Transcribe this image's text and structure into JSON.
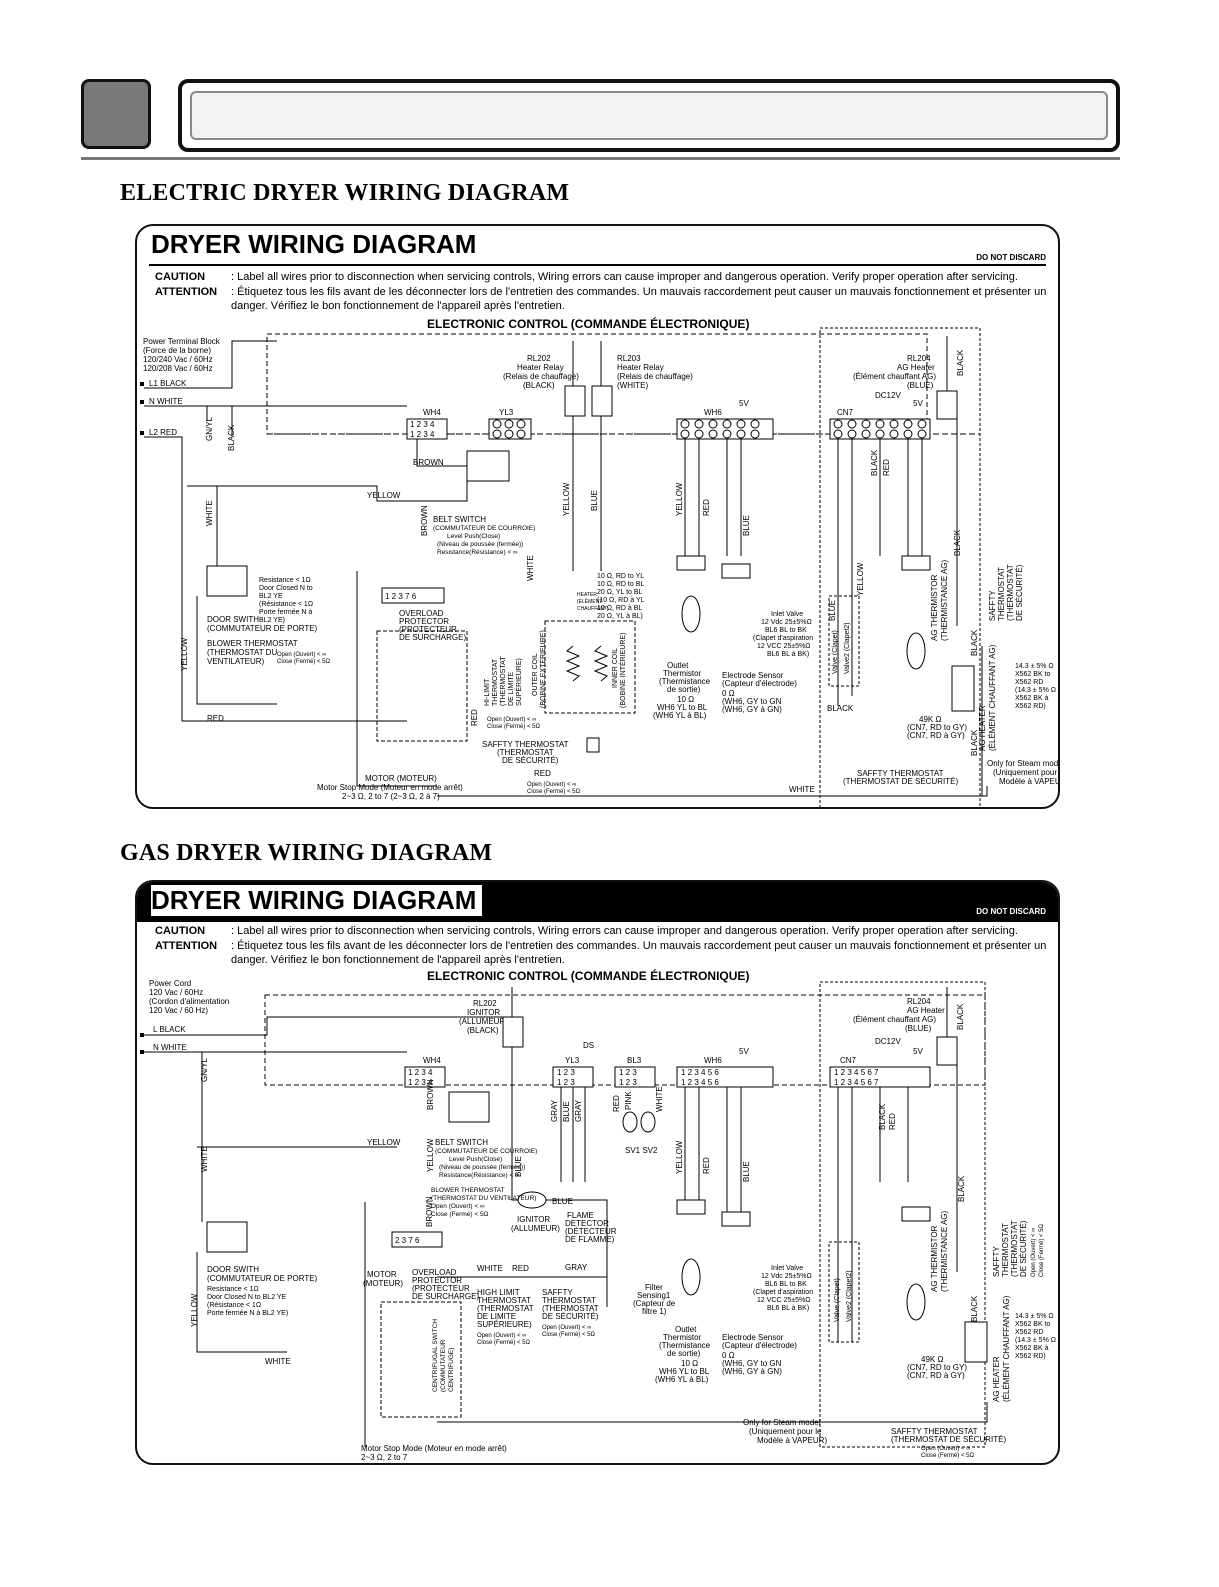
{
  "sections": {
    "electric_title": "ELECTRIC DRYER WIRING DIAGRAM",
    "gas_title": "GAS DRYER WIRING DIAGRAM"
  },
  "electric": {
    "panel_title": "DRYER WIRING DIAGRAM",
    "do_not_discard": "DO NOT DISCARD",
    "caution_key": "CAUTION",
    "caution_text": ":  Label all wires prior to disconnection when servicing controls, Wiring errors can cause improper and dangerous operation. Verify proper operation after servicing.",
    "attention_key": "ATTENTION",
    "attention_text": ":  Étiquetez tous les fils avant de les déconnecter lors de l'entretien des commandes. Un mauvais raccordement peut causer un mauvais fonctionnement et présenter un danger. Vérifiez le bon fonctionnement de l'appareil après l'entretien.",
    "control_title": "ELECTRONIC CONTROL (COMMANDE ÉLECTRONIQUE)",
    "power_block": [
      "Power Terminal Block",
      "(Force de la borne)",
      "120/240 Vac / 60Hz",
      "120/208 Vac / 60Hz"
    ],
    "l1": "L1 BLACK",
    "n": "N  WHITE",
    "l2": "L2 RED",
    "rl202": [
      "RL202",
      "Heater Relay",
      "(Relais de chauffage)",
      "(BLACK)"
    ],
    "rl203": [
      "RL203",
      "Heater Relay",
      "(Relais de chauffage)",
      "(WHITE)"
    ],
    "rl204": [
      "RL204",
      "AG Heater",
      "(Élément chauffant AG)",
      "(BLUE)"
    ],
    "wh4": "WH4",
    "yl3": "YL3",
    "wh6": "WH6",
    "cn7": "CN7",
    "v5": "5V",
    "dc12v": "DC12V",
    "belt_switch": [
      "BELT SWITCH",
      "(COMMUTATEUR DE COURROIE)",
      "Level Push(Close)",
      "(Niveau de poussée (fermée))",
      "Resistance(Résistance) < ∞"
    ],
    "door_switch": [
      "DOOR SWITH",
      "(COMMUTATEUR DE PORTE)"
    ],
    "door_resist": [
      "Resistance < 1Ω",
      "Door Closed N to",
      "BL2 YE",
      "(Résistance < 1Ω",
      "Porte fermée N à",
      "BL2 YE)"
    ],
    "blower_thermo": [
      "BLOWER THERMOSTAT",
      "(THERMOSTAT DU",
      "VENTILATEUR)"
    ],
    "blower_oc": [
      "Open (Ouvert) < ∞",
      "Close (Fermé) < 5Ω"
    ],
    "overload": [
      "OVERLOAD",
      "PROTECTOR",
      "(PROTECTEUR",
      "DE SURCHARGE)"
    ],
    "motor": [
      "MOTOR (MOTEUR)",
      "Motor Stop Mode (Moteur en mode arrêt)",
      "2~3 Ω, 2 to 7 (2~3 Ω, 2 à 7)"
    ],
    "hi_limit": [
      "HI-LIMIT",
      "THERMOSTAT",
      "(THERMOSTAT",
      "DE LIMITE",
      "SUPÉRIEURE)"
    ],
    "hi_oc": [
      "Open (Ouvert) < ∞",
      "Close (Fermé) < 5Ω"
    ],
    "safety_thermo": [
      "SAFFTY THERMOSTAT",
      "(THERMOSTAT",
      "DE SÉCURITÉ)"
    ],
    "safety_oc": [
      "Open (Ouvert) < ∞",
      "Close (Fermé) < 5Ω"
    ],
    "heater_res": [
      "10 Ω, RD to YL",
      "10 Ω, RD to BL",
      "20 Ω, YL to BL",
      "(10 Ω, RD à YL",
      "10 Ω, RD à BL",
      "20 Ω, YL à BL)"
    ],
    "heater_label": [
      "HEATER",
      "(ÉLÉMENT",
      "CHAUFFANT)"
    ],
    "outer_coil": [
      "OUTER COIL",
      "(BOBINE EXTÉRIEURE)"
    ],
    "inner_coil": [
      "INNER COIL",
      "(BOBINE INTÉRIEURE)"
    ],
    "outlet_thermistor": [
      "Outlet",
      "Thermistor",
      "(Thermistance",
      "de sortie)",
      "10 Ω",
      "WH6 YL to BL",
      "(WH6 YL à BL)"
    ],
    "electrode": [
      "Electrode Sensor",
      "(Capteur d'électrode)",
      "0 Ω",
      "(WH6, GY to GN",
      "(WH6, GY à GN)"
    ],
    "inlet_valve": [
      "Inlet Valve",
      "12 Vdc 25±5%Ω",
      "BL6 BL to BK",
      "(Clapet d'aspiration",
      "12 VCC 25±5%Ω",
      "BL6 BL à BK)"
    ],
    "ag_thermistor": [
      "AG THERMISTOR",
      "(THERMISTANCE AG)"
    ],
    "ag_res": [
      "49K Ω",
      "(CN7, RD to GY)",
      "(CN7, RD à GY)"
    ],
    "ag_heater": [
      "AG HEATER",
      "(ÉLÉMENT CHAUFFANT AG)"
    ],
    "ag_heater_res": [
      "14.3 ± 5% Ω",
      "X562 BK to",
      "X562 RD",
      "(14.3 ± 5% Ω",
      "X562 BK à",
      "X562 RD)"
    ],
    "ag_safety": [
      "SAFFTY",
      "THERMOSTAT",
      "(THERMOSTAT",
      "DE SÉCURITÉ)"
    ],
    "bottom_safety": [
      "SAFFTY THERMOSTAT",
      "(THERMOSTAT DE SÉCURITÉ)"
    ],
    "steam_only": [
      "Only for Steam model",
      "(Uniquement pour le",
      "Modèle à VAPEUR)"
    ],
    "wires": [
      "BLACK",
      "GN/YL",
      "WHITE",
      "YELLOW",
      "BROWN",
      "RED",
      "YELLOW",
      "BLUE",
      "WHITE",
      "YELLOW",
      "RED",
      "BLUE",
      "BLUE",
      "YELLOW",
      "BLACK",
      "RED",
      "BLACK",
      "BLACK",
      "BLACK",
      "BLACK",
      "BLACK",
      "WHITE",
      "RED",
      "RED"
    ],
    "valve": "Valve (Clapet)",
    "valve2": "Valve2 (Clapet2)"
  },
  "gas": {
    "panel_title": "DRYER WIRING DIAGRAM",
    "do_not_discard": "DO NOT DISCARD",
    "caution_key": "CAUTION",
    "caution_text": ":  Label all wires prior to disconnection when servicing controls, Wiring errors can cause improper and dangerous operation. Verify proper operation after servicing.",
    "attention_key": "ATTENTION",
    "attention_text": ":  Étiquetez tous les fils avant de les déconnecter lors de l'entretien des commandes. Un mauvais raccordement peut causer un mauvais fonctionnement et présenter un danger. Vérifiez le bon fonctionnement de l'appareil après l'entretien.",
    "control_title": "ELECTRONIC CONTROL (COMMANDE ÉLECTRONIQUE)",
    "power_cord": [
      "Power Cord",
      "120 Vac / 60Hz",
      "(Cordon d'alimentation",
      "120 Vac / 60 Hz)"
    ],
    "l": "L    BLACK",
    "n": "N    WHITE",
    "rl202": [
      "RL202",
      "IGNITOR",
      "(ALLUMEUR)",
      "(BLACK)"
    ],
    "rl204": [
      "RL204",
      "AG Heater",
      "(Élément chauffant AG)",
      "(BLUE)"
    ],
    "wh4": "WH4",
    "yl3": "YL3",
    "bl3": "BL3",
    "wh6": "WH6",
    "cn7": "CN7",
    "ds": "DS",
    "v5": "5V",
    "dc12v": "DC12V",
    "sv": "SV1 SV2",
    "belt_switch": [
      "BELT SWITCH",
      "(COMMUTATEUR DE COURROIE)",
      "Level Push(Close)",
      "(Niveau de poussée (fermée))",
      "Resistance(Résistance) < ∞"
    ],
    "blower_thermo": [
      "BLOWER THERMOSTAT",
      "(THERMOSTAT DU VENTILATEUR)",
      "Open (Ouvert) < ∞",
      "Close (Fermé) < 5Ω"
    ],
    "ignitor": [
      "IGNITOR",
      "(ALLUMEUR)"
    ],
    "flame": [
      "FLAME",
      "DETECTOR",
      "(DÉTECTEUR",
      "DE FLAMME)"
    ],
    "door_switch": [
      "DOOR SWITH",
      "(COMMUTATEUR DE PORTE)",
      "Resistance < 1Ω",
      "Door Closed N to BL2 YE",
      "(Résistance < 1Ω",
      "Porte fermée N à BL2 YE)"
    ],
    "motor": [
      "MOTOR",
      "(MOTEUR)"
    ],
    "overload": [
      "OVERLOAD",
      "PROTECTOR",
      "(PROTECTEUR",
      "DE SURCHARGE)"
    ],
    "centrifugal": [
      "CENTRIFUGAL SWITCH",
      "(COMMUTATEUR",
      "CENTRIFUGE)"
    ],
    "high_limit": [
      "HIGH LIMIT",
      "THERMOSTAT",
      "(THERMOSTAT",
      "DE LIMITE",
      "SUPÉRIEURE)",
      "Open (Ouvert) < ∞",
      "Close (Fermé) < 5Ω"
    ],
    "safety_thermo": [
      "SAFFTY",
      "THERMOSTAT",
      "(THERMOSTAT",
      "DE SÉCURITÉ)",
      "Open (Ouvert) < ∞",
      "Close (Fermé) < 5Ω"
    ],
    "filter": [
      "Filter",
      "Sensing1",
      "(Capteur de",
      "filtre 1)"
    ],
    "outlet_thermistor": [
      "Outlet",
      "Thermistor",
      "(Thermistance",
      "de sortie)",
      "10 Ω",
      "WH6 YL to BL",
      "(WH6 YL à BL)"
    ],
    "electrode": [
      "Electrode Sensor",
      "(Capteur d'électrode)",
      "0 Ω",
      "(WH6, GY to GN",
      "(WH6, GY à GN)"
    ],
    "inlet_valve": [
      "Inlet Valve",
      "12 Vdc 25±5%Ω",
      "BL6 BL to BK",
      "(Clapet d'aspiration",
      "12 VCC 25±5%Ω",
      "BL6 BL à BK)"
    ],
    "ag_thermistor": [
      "AG THERMISTOR",
      "(THERMISTANCE AG)"
    ],
    "ag_res": [
      "49K Ω",
      "(CN7, RD to GY)",
      "(CN7, RD à GY)"
    ],
    "ag_heater": [
      "AG HEATER",
      "(ÉLÉMENT CHAUFFANT AG)"
    ],
    "ag_heater_res": [
      "14.3 ± 5% Ω",
      "X562 BK to",
      "X562 RD",
      "(14.3 ± 5% Ω",
      "X562 BK à",
      "X562 RD)"
    ],
    "ag_safety": [
      "SAFFTY",
      "THERMOSTAT",
      "(THERMOSTAT",
      "DE SÉCURITÉ)",
      "Open (Ouvert) < ∞",
      "Close (Fermé) < 5Ω"
    ],
    "bottom_safety": [
      "SAFFTY THERMOSTAT",
      "(THERMOSTAT DE SÉCURITÉ)",
      "Open (Ouvert) < ∞",
      "Close (Fermé) < 5Ω"
    ],
    "steam_only": [
      "Only for Steam model",
      "(Uniquement pour le",
      "Modèle à VAPEUR)"
    ],
    "motor_stop": [
      "Motor Stop Mode (Moteur en mode arrêt)",
      "2~3 Ω, 2 to 7"
    ],
    "wires": [
      "GN/YL",
      "WHITE",
      "YELLOW",
      "YELLOW",
      "BROWN",
      "BROWN",
      "YELLOW",
      "BLUE",
      "GRAY",
      "BLUE",
      "GRAY",
      "RED",
      "PINK",
      "WHITE",
      "YELLOW",
      "RED",
      "BLUE",
      "BLACK",
      "RED",
      "BLACK",
      "BLACK",
      "BLACK",
      "WHITE",
      "RED",
      "GRAY",
      "BLUE",
      "WHITE"
    ],
    "valve": "Valve (Clapet)",
    "valve2": "Valve2 (Clapet2)"
  }
}
